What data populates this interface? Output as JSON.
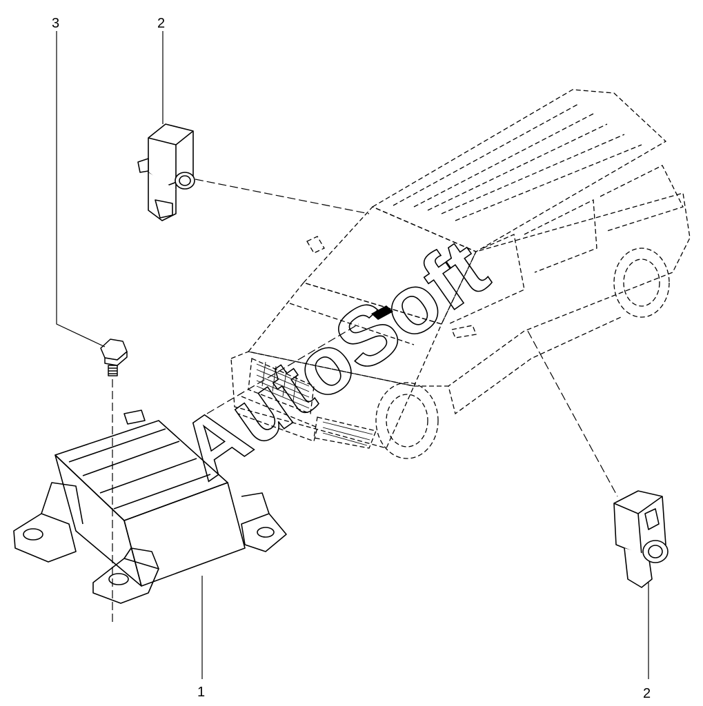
{
  "callouts": {
    "part1": "1",
    "part2_upper": "2",
    "part2_lower": "2",
    "part3": "3"
  },
  "watermark": "AutoSoft"
}
